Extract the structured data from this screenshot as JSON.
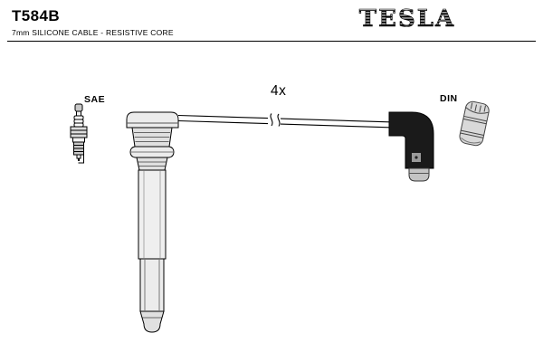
{
  "header": {
    "part_number": "T584B",
    "subtitle": "7mm SILICONE CABLE - RESISTIVE CORE",
    "brand": "TESLA"
  },
  "diagram": {
    "quantity_label": "4x",
    "connector_labels": {
      "left": "SAE",
      "right": "DIN"
    },
    "colors": {
      "ink": "#000000",
      "light_fill": "#ececec",
      "mid_fill": "#d9d9d9",
      "dark_fill": "#1a1a1a"
    }
  }
}
